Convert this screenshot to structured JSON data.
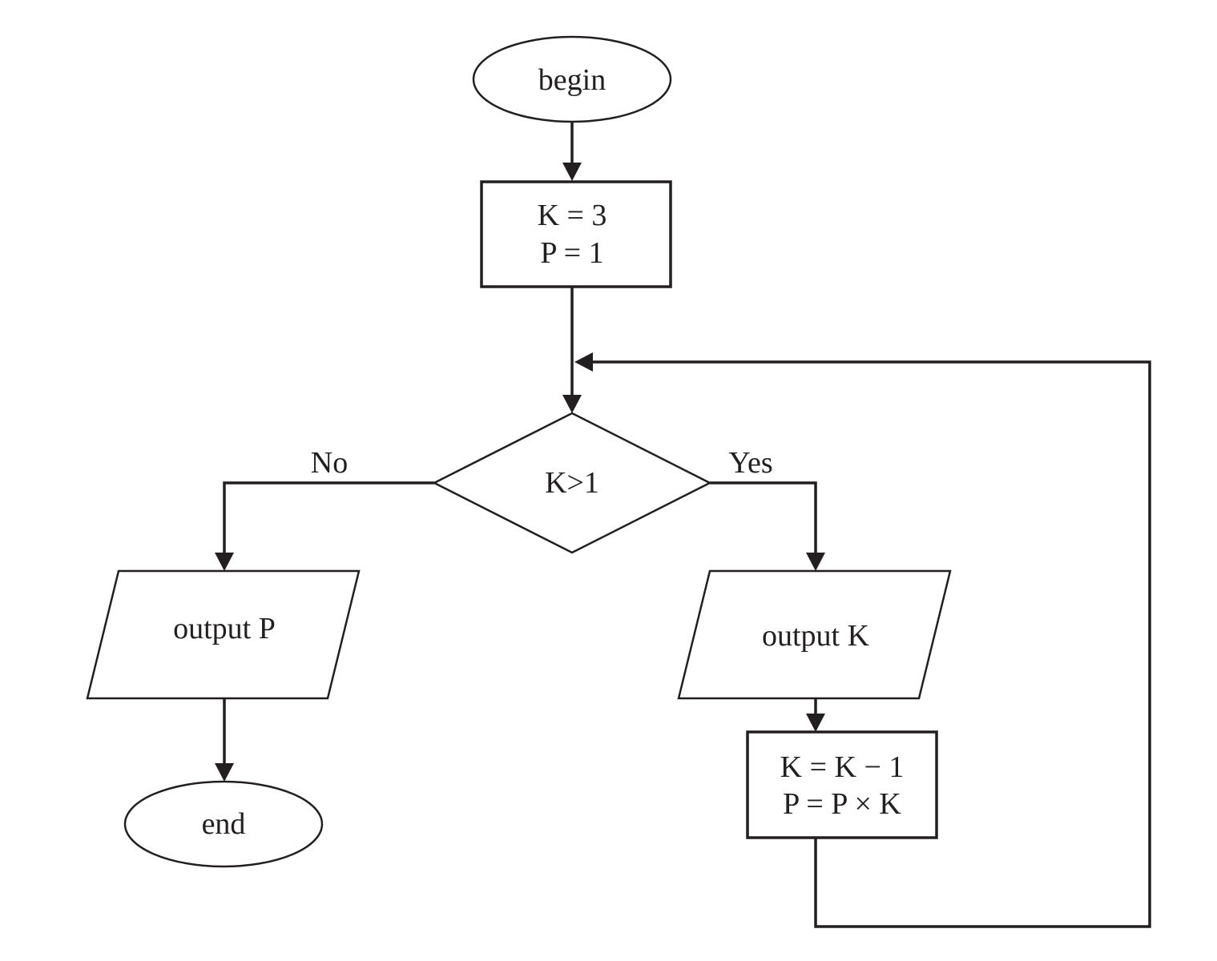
{
  "nodes": {
    "begin": {
      "label": "begin"
    },
    "init": {
      "lines": [
        "K = 3",
        "P = 1"
      ]
    },
    "decision": {
      "label": "K>1"
    },
    "output_p": {
      "label": "output P"
    },
    "output_k": {
      "label": "output K"
    },
    "update": {
      "lines": [
        "K = K − 1",
        "P = P × K"
      ]
    },
    "end": {
      "label": "end"
    }
  },
  "branches": {
    "no": "No",
    "yes": "Yes"
  },
  "colors": {
    "stroke": "#231f20",
    "background": "#ffffff"
  }
}
